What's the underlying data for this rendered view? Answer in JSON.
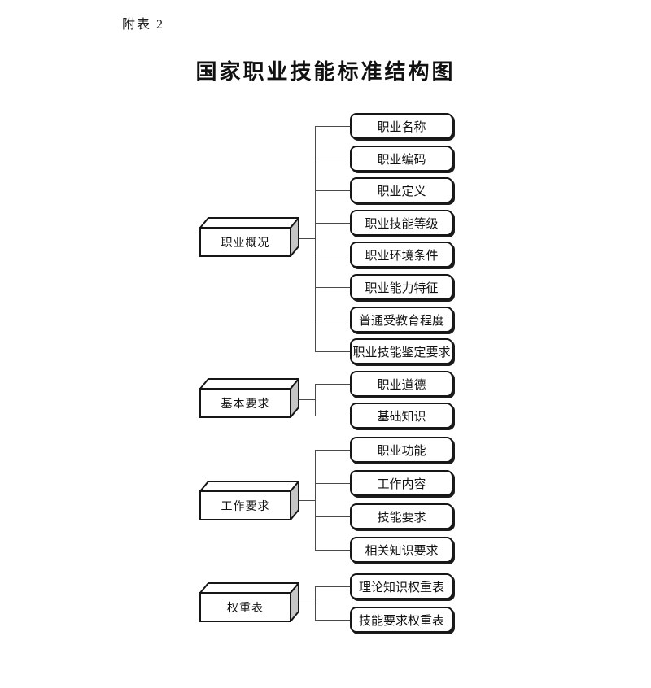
{
  "page": {
    "appendix_note": "附表 2",
    "title": "国家职业技能标准结构图"
  },
  "colors": {
    "line": "#4a4a4a",
    "box_border": "#161616",
    "side_face": "#c6c6c6",
    "top_face": "#ffffff",
    "front_face": "#ffffff",
    "background": "#ffffff"
  },
  "groups": [
    {
      "label": "职业概况",
      "items": [
        "职业名称",
        "职业编码",
        "职业定义",
        "职业技能等级",
        "职业环境条件",
        "职业能力特征",
        "普通受教育程度",
        "职业技能鉴定要求"
      ]
    },
    {
      "label": "基本要求",
      "items": [
        "职业道德",
        "基础知识"
      ]
    },
    {
      "label": "工作要求",
      "items": [
        "职业功能",
        "工作内容",
        "技能要求",
        "相关知识要求"
      ]
    },
    {
      "label": "权重表",
      "items": [
        "理论知识权重表",
        "技能要求权重表"
      ]
    }
  ]
}
